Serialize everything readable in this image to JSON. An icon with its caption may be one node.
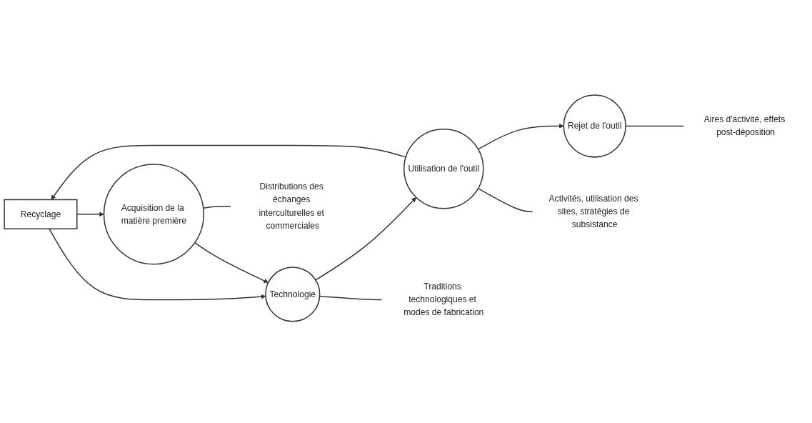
{
  "diagram": {
    "nodes": [
      {
        "text": [
          "Recyclage"
        ]
      },
      {
        "text": [
          "Acquisition de la matière première"
        ]
      },
      {
        "text": [
          "Technologie"
        ]
      },
      {
        "text": [
          "Utilisation de l'outil"
        ]
      },
      {
        "text": [
          "Rejet de l'outil"
        ]
      },
      {
        "text": [
          "Distributions des échanges interculturelles et commerciales"
        ]
      },
      {
        "text": [
          "Traditions technologiques et modes de fabrication"
        ]
      },
      {
        "text": [
          "Activités, utilisation des sites, stratégies de subsistance"
        ]
      },
      {
        "text": [
          "Aires d'activité, effets post-déposition"
        ]
      }
    ],
    "edges": [
      {
        "from": 0,
        "to": 1,
        "arrow": "to"
      },
      {
        "from": 0,
        "to": 2,
        "arrow": "to"
      },
      {
        "from": 3,
        "to": 0,
        "arrow": "to"
      },
      {
        "from": 1,
        "to": 2,
        "arrow": "to"
      },
      {
        "from": 2,
        "to": 3,
        "arrow": "to"
      },
      {
        "from": 3,
        "to": 4,
        "arrow": "to"
      },
      {
        "from": 1,
        "to": 5,
        "arrow": "none"
      },
      {
        "from": 2,
        "to": 6,
        "arrow": "none"
      },
      {
        "from": 3,
        "to": 7,
        "arrow": "none"
      },
      {
        "from": 4,
        "to": 8,
        "arrow": "none"
      }
    ]
  }
}
